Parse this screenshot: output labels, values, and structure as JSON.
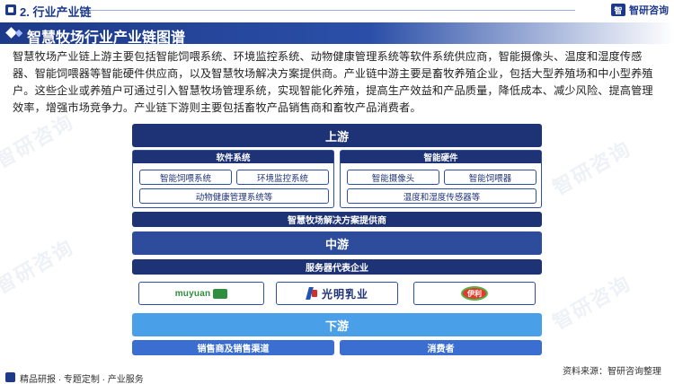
{
  "header": {
    "section_title": "2. 行业产业链",
    "brand_logo": "智",
    "brand_name": "智研咨询"
  },
  "title": "智慧牧场行业产业链图谱",
  "intro": "智慧牧场产业链上游主要包括智能饲喂系统、环境监控系统、动物健康管理系统等软件系统供应商，智能摄像头、温度和湿度传感器、智能饲喂器等智能硬件供应商，以及智慧牧场解决方案提供商。产业链中游主要是畜牧养殖企业，包括大型养殖场和中小型养殖户。这些企业或养殖户可通过引入智慧牧场管理系统，实现智能化养殖，提高生产效益和产品质量，降低成本、减少风险、提高管理效率，增强市场竞争力。产业链下游则主要包括畜牧产品销售商和畜牧产品消费者。",
  "diagram": {
    "upstream": {
      "label": "上游",
      "software": {
        "head": "软件系统",
        "items": [
          "智能饲喂系统",
          "环境监控系统",
          "动物健康管理系统等"
        ]
      },
      "hardware": {
        "head": "智能硬件",
        "items": [
          "智能摄像头",
          "智能饲喂器",
          "温度和湿度传感器等"
        ]
      },
      "solutions": "智慧牧场解决方案提供商"
    },
    "midstream": {
      "label": "中游",
      "reps_head": "服务器代表企业",
      "logos": {
        "muyuan": "muyuan",
        "guangming": "光明乳业",
        "yili": "伊利"
      }
    },
    "downstream": {
      "label": "下游",
      "sellers": "销售商及销售渠道",
      "consumers": "消费者"
    }
  },
  "footer": {
    "left": "精品研报 · 专题定制 · 产业服务",
    "right": "资料来源：智研咨询整理"
  },
  "colors": {
    "dark_navy": "#1e3276",
    "mid_blue": "#2e4c9c",
    "light_blue": "#3a6fd1",
    "sky_blue": "#4aa0e8"
  }
}
